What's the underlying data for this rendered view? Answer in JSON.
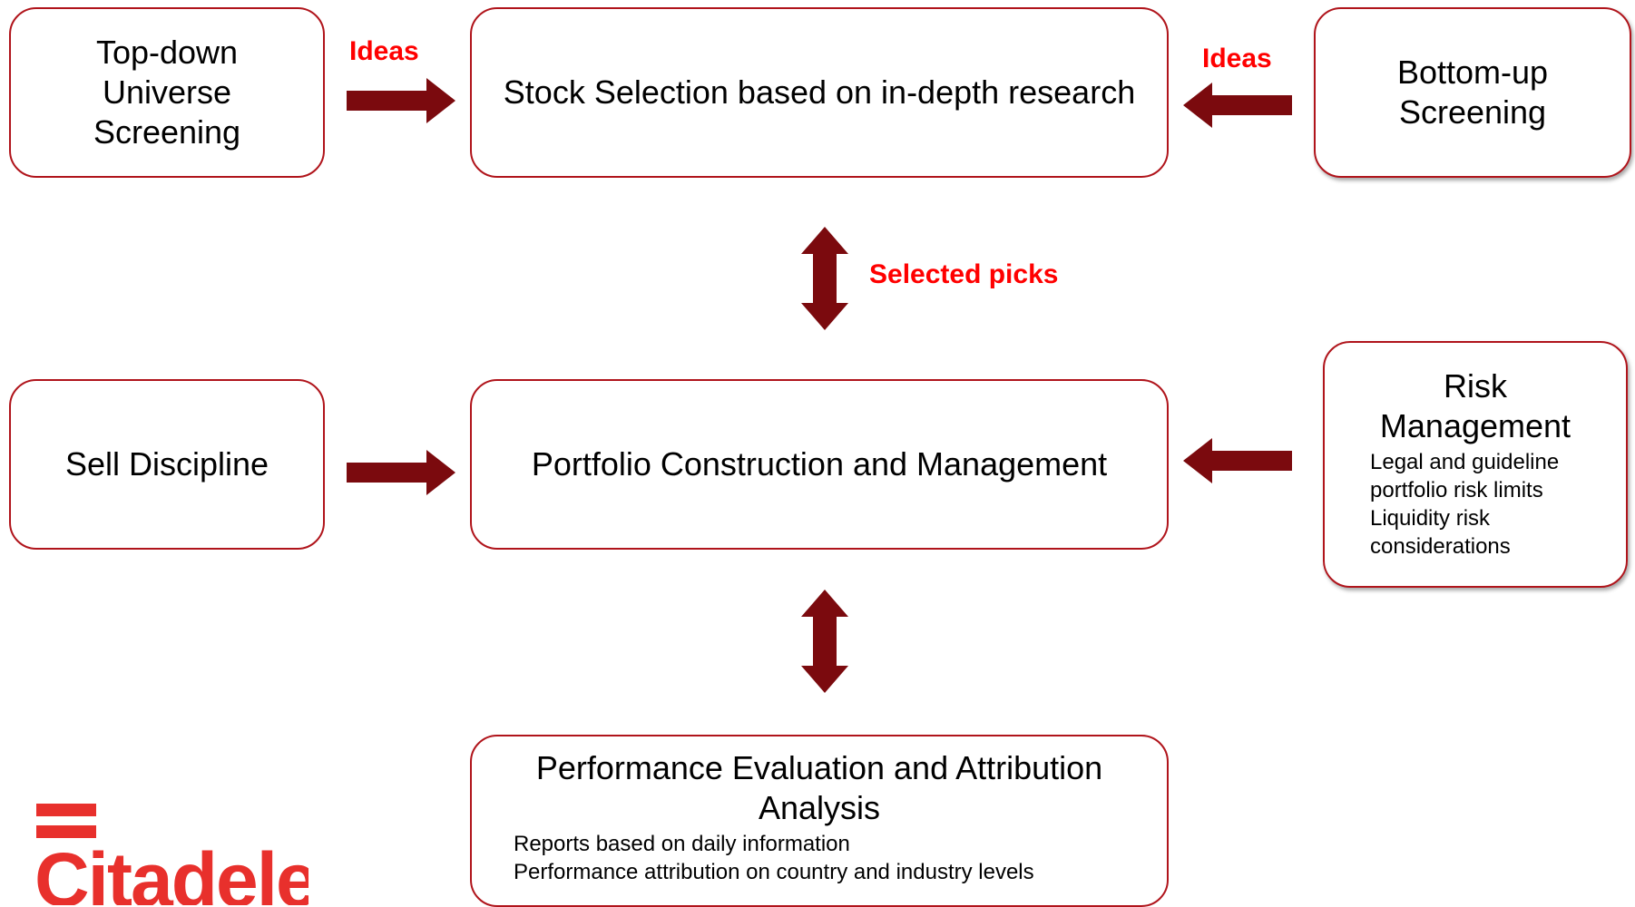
{
  "boxes": {
    "topdown": "Top-down\nUniverse\nScreening",
    "stock": "Stock Selection based on in-depth research",
    "bottomup": "Bottom-up\nScreening",
    "sell": "Sell Discipline",
    "portfolio": "Portfolio Construction and Management",
    "risk": {
      "title": "Risk\nManagement",
      "sub": "Legal and guideline\nportfolio risk limits\nLiquidity risk\nconsiderations"
    },
    "perf": {
      "title": "Performance Evaluation and Attribution\nAnalysis",
      "sub": "Reports based on daily information\nPerformance attribution on country and industry levels"
    }
  },
  "labels": {
    "ideas_left": "Ideas",
    "ideas_right": "Ideas",
    "selected_picks": "Selected picks"
  },
  "logo": {
    "text": "Citadele"
  },
  "colors": {
    "box_border": "#b0141b",
    "arrow": "#7b0a0e",
    "label": "#ff0000",
    "logo": "#e8302c"
  }
}
